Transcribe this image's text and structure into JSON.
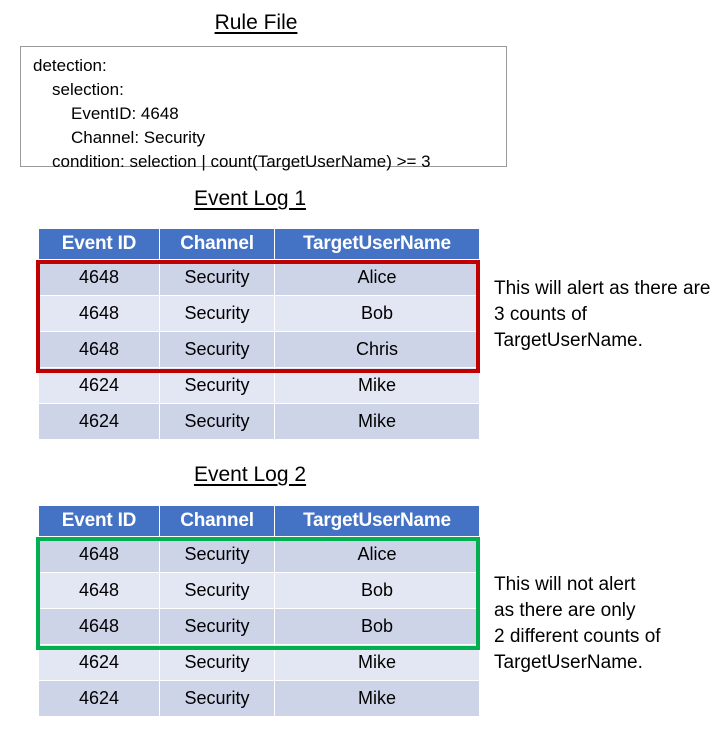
{
  "titles": {
    "rule_file": "Rule File",
    "event_log_1": "Event Log 1",
    "event_log_2": "Event Log 2"
  },
  "rule_file": {
    "lines": [
      "detection:",
      "selection:",
      "EventID: 4648",
      "Channel: Security",
      "condition: selection | count(TargetUserName) >= 3"
    ]
  },
  "table": {
    "columns": [
      "Event ID",
      "Channel",
      "TargetUserName"
    ]
  },
  "event_log_1": {
    "rows": [
      {
        "event_id": "4648",
        "channel": "Security",
        "target_user_name": "Alice"
      },
      {
        "event_id": "4648",
        "channel": "Security",
        "target_user_name": "Bob"
      },
      {
        "event_id": "4648",
        "channel": "Security",
        "target_user_name": "Chris"
      },
      {
        "event_id": "4624",
        "channel": "Security",
        "target_user_name": "Mike"
      },
      {
        "event_id": "4624",
        "channel": "Security",
        "target_user_name": "Mike"
      }
    ],
    "highlight_color": "#C00000",
    "highlight_rows": 3,
    "annotation": "This will alert as there are 3 counts of TargetUserName."
  },
  "event_log_2": {
    "rows": [
      {
        "event_id": "4648",
        "channel": "Security",
        "target_user_name": "Alice"
      },
      {
        "event_id": "4648",
        "channel": "Security",
        "target_user_name": "Bob"
      },
      {
        "event_id": "4648",
        "channel": "Security",
        "target_user_name": "Bob"
      },
      {
        "event_id": "4624",
        "channel": "Security",
        "target_user_name": "Mike"
      },
      {
        "event_id": "4624",
        "channel": "Security",
        "target_user_name": "Mike"
      }
    ],
    "highlight_color": "#00B050",
    "highlight_rows": 3,
    "annotation": "This will not alert\nas there are only\n2 different counts of\nTargetUserName."
  },
  "colors": {
    "header_blue": "#4472C4",
    "row_dark": "#CDD4E8",
    "row_light": "#E3E7F3",
    "alert_red": "#C00000",
    "alert_green": "#00B050"
  }
}
